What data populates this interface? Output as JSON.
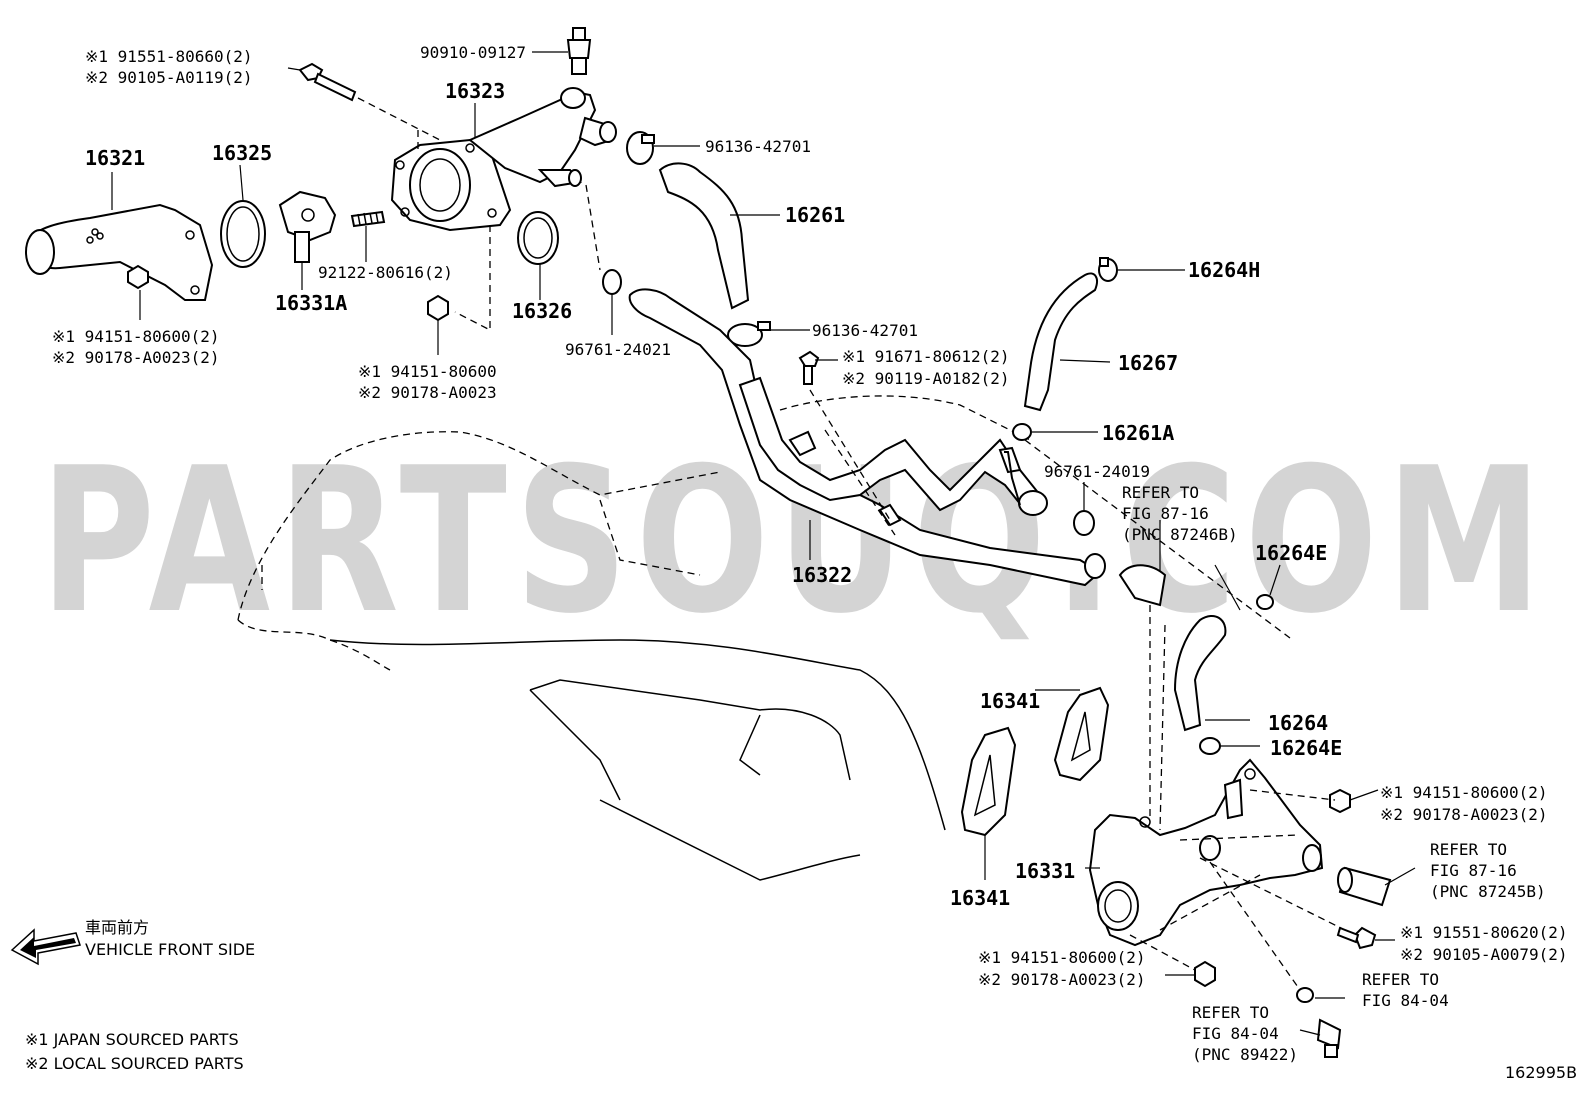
{
  "watermark": "PARTSOUQ.COM",
  "diagram_code": "162995B",
  "legend": {
    "japan": "※1 JAPAN SOURCED PARTS",
    "local": "※2 LOCAL SOURCED PARTS"
  },
  "direction": {
    "jp": "車両前方",
    "en": "VEHICLE FRONT SIDE"
  },
  "callouts": {
    "c_91551_80660": "※1 91551-80660(2)",
    "c_90105_A0119": "※2 90105-A0119(2)",
    "c_90910_09127": "90910-09127",
    "c_16323": "16323",
    "c_16321": "16321",
    "c_16325": "16325",
    "c_92122_80616": "92122-80616(2)",
    "c_16331A": "16331A",
    "c_16326": "16326",
    "c_96761_24021": "96761-24021",
    "c_96136_42701_a": "96136-42701",
    "c_16261": "16261",
    "c_96136_42701_b": "96136-42701",
    "c_94151_80600_2a": "※1 94151-80600(2)",
    "c_90178_A0023_2a": "※2 90178-A0023(2)",
    "c_94151_80600": "※1 94151-80600",
    "c_90178_A0023": "※2 90178-A0023",
    "c_91671_80612": "※1 91671-80612(2)",
    "c_90119_A0182": "※2 90119-A0182(2)",
    "c_16264H": "16264H",
    "c_16267": "16267",
    "c_16261A": "16261A",
    "c_96761_24019": "96761-24019",
    "ref_87246B_1": "REFER TO",
    "ref_87246B_2": "FIG 87-16",
    "ref_87246B_3": "(PNC 87246B)",
    "c_16264E_a": "16264E",
    "c_16322": "16322",
    "c_16341_a": "16341",
    "c_16264": "16264",
    "c_16264E_b": "16264E",
    "c_94151_80600_2b": "※1 94151-80600(2)",
    "c_90178_A0023_2b": "※2 90178-A0023(2)",
    "ref_87245B_1": "REFER TO",
    "ref_87245B_2": "FIG 87-16",
    "ref_87245B_3": "(PNC 87245B)",
    "c_16331": "16331",
    "c_16341_b": "16341",
    "c_91551_80620": "※1 91551-80620(2)",
    "c_90105_A0079": "※2 90105-A0079(2)",
    "c_94151_80600_2c": "※1 94151-80600(2)",
    "c_90178_A0023_2c": "※2 90178-A0023(2)",
    "ref_8404_1": "REFER TO",
    "ref_8404_2": "FIG 84-04",
    "ref_89422_1": "REFER TO",
    "ref_89422_2": "FIG 84-04",
    "ref_89422_3": "(PNC 89422)"
  }
}
